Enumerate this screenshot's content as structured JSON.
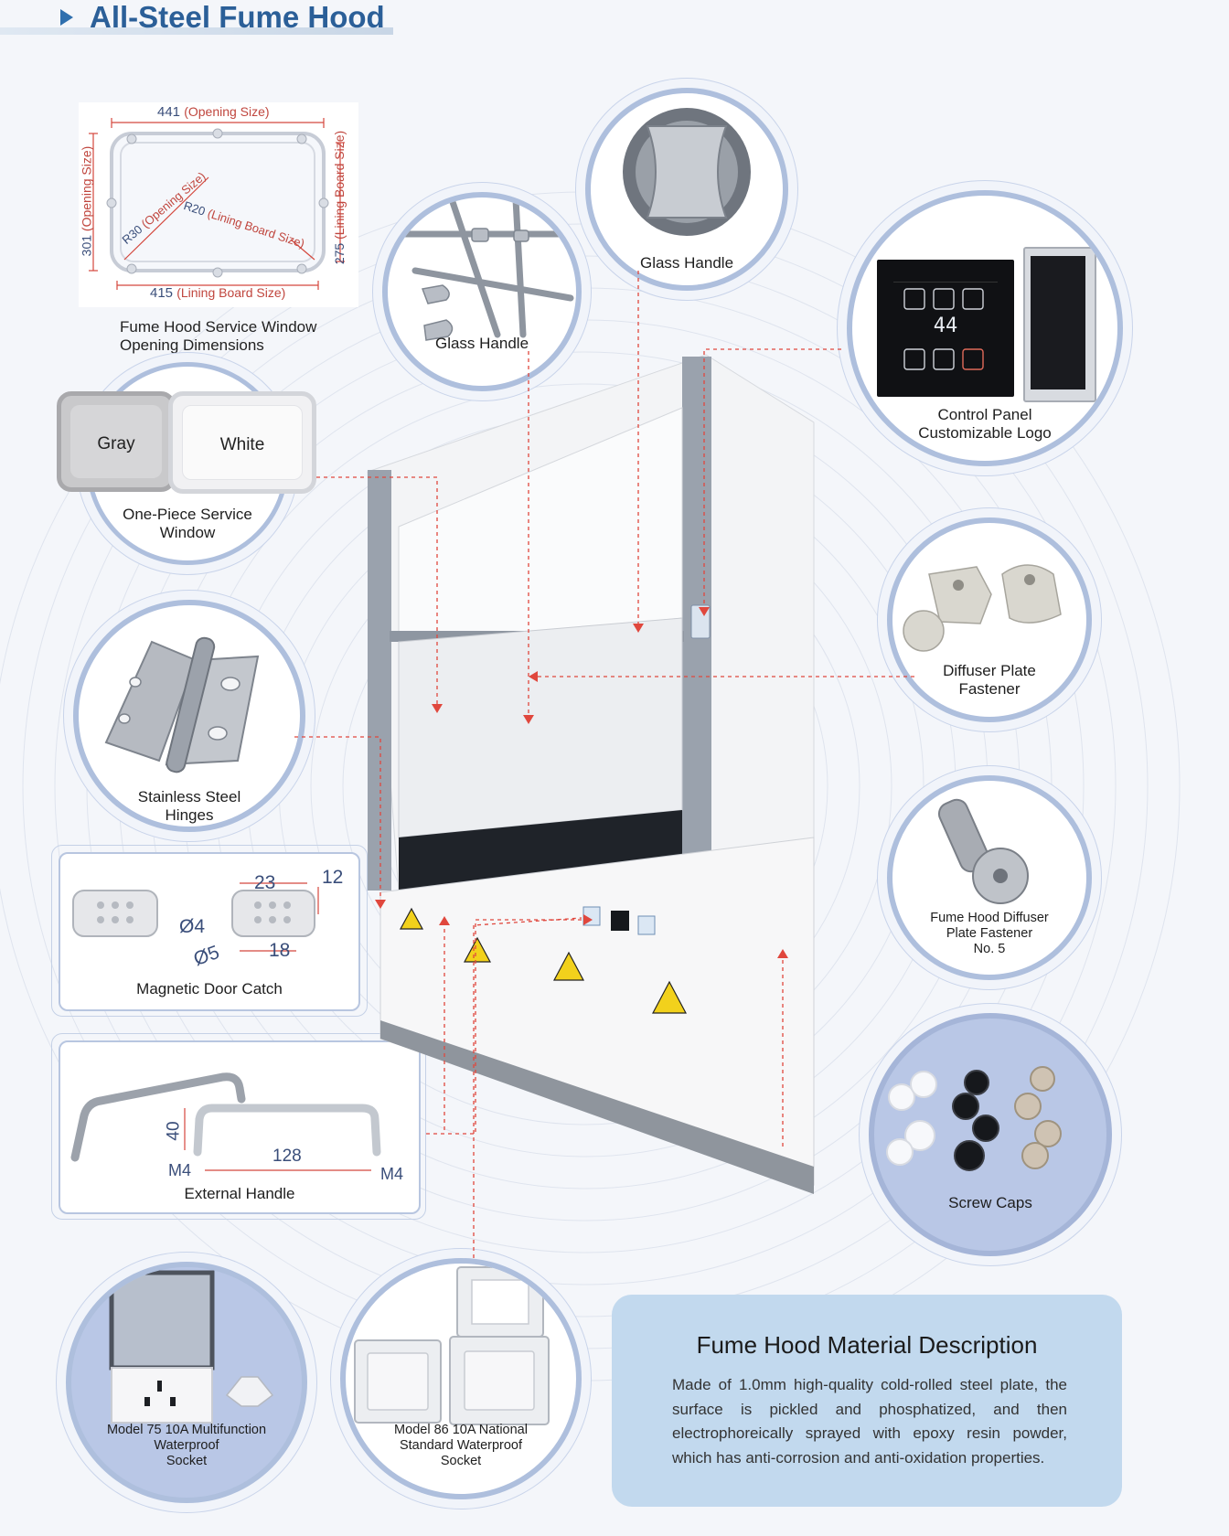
{
  "page": {
    "title": "All-Steel Fume Hood"
  },
  "service_window": {
    "opening_width": "441",
    "opening_width_label": "(Opening Size)",
    "opening_height": "301",
    "opening_height_label": "(Opening Size)",
    "radius_opening": "R30",
    "radius_opening_label": "(Opening Size)",
    "radius_lining": "R20",
    "radius_lining_label": "(Lining Board Size)",
    "lining_width": "415",
    "lining_width_label": "(Lining Board Size)",
    "lining_height": "275",
    "lining_height_label": "(Lining Board Size)",
    "caption_line1": "Fume Hood Service Window",
    "caption_line2": "Opening Dimensions"
  },
  "glass_handle_left": {
    "caption": "Glass Handle"
  },
  "glass_handle_top": {
    "caption": "Glass Handle"
  },
  "control_panel": {
    "display_value": "44",
    "caption_line1": "Control Panel",
    "caption_line2": "Customizable Logo"
  },
  "service_window_colors": {
    "gray_label": "Gray",
    "white_label": "White",
    "caption_line1": "One-Piece Service",
    "caption_line2": "Window"
  },
  "diffuser_fastener": {
    "caption_line1": "Diffuser Plate",
    "caption_line2": "Fastener"
  },
  "hinges": {
    "caption_line1": "Stainless Steel",
    "caption_line2": "Hinges"
  },
  "diffuser_no5": {
    "caption_line1": "Fume Hood Diffuser",
    "caption_line2": "Plate Fastener",
    "caption_line3": "No. 5"
  },
  "door_catch": {
    "dim_length": "23",
    "dim_width": "12",
    "dim_hole_small": "Ø4",
    "dim_hole_large": "Ø5",
    "dim_base": "18",
    "caption": "Magnetic Door Catch"
  },
  "external_handle": {
    "dim_height": "40",
    "dim_span": "128",
    "thread_left": "M4",
    "thread_right": "M4",
    "caption": "External Handle"
  },
  "screw_caps": {
    "caption": "Screw Caps"
  },
  "socket_75": {
    "caption_line1": "Model 75 10A Multifunction",
    "caption_line2": "Waterproof",
    "caption_line3": "Socket"
  },
  "socket_86": {
    "caption_line1": "Model 86 10A National",
    "caption_line2": "Standard Waterproof",
    "caption_line3": "Socket"
  },
  "material": {
    "title": "Fume Hood Material Description",
    "body": "Made of 1.0mm high-quality cold-rolled steel plate, the surface is pickled and phosphatized, and then electrophoreically sprayed with epoxy resin powder, which has anti-corrosion and anti-oxidation properties."
  },
  "colors": {
    "title_blue": "#2b5f98",
    "circle_ring": "#aebfdd",
    "card_blue": "#c2d9ee",
    "leader_red": "#e0473d",
    "steel_gray": "#9aa2ad"
  }
}
